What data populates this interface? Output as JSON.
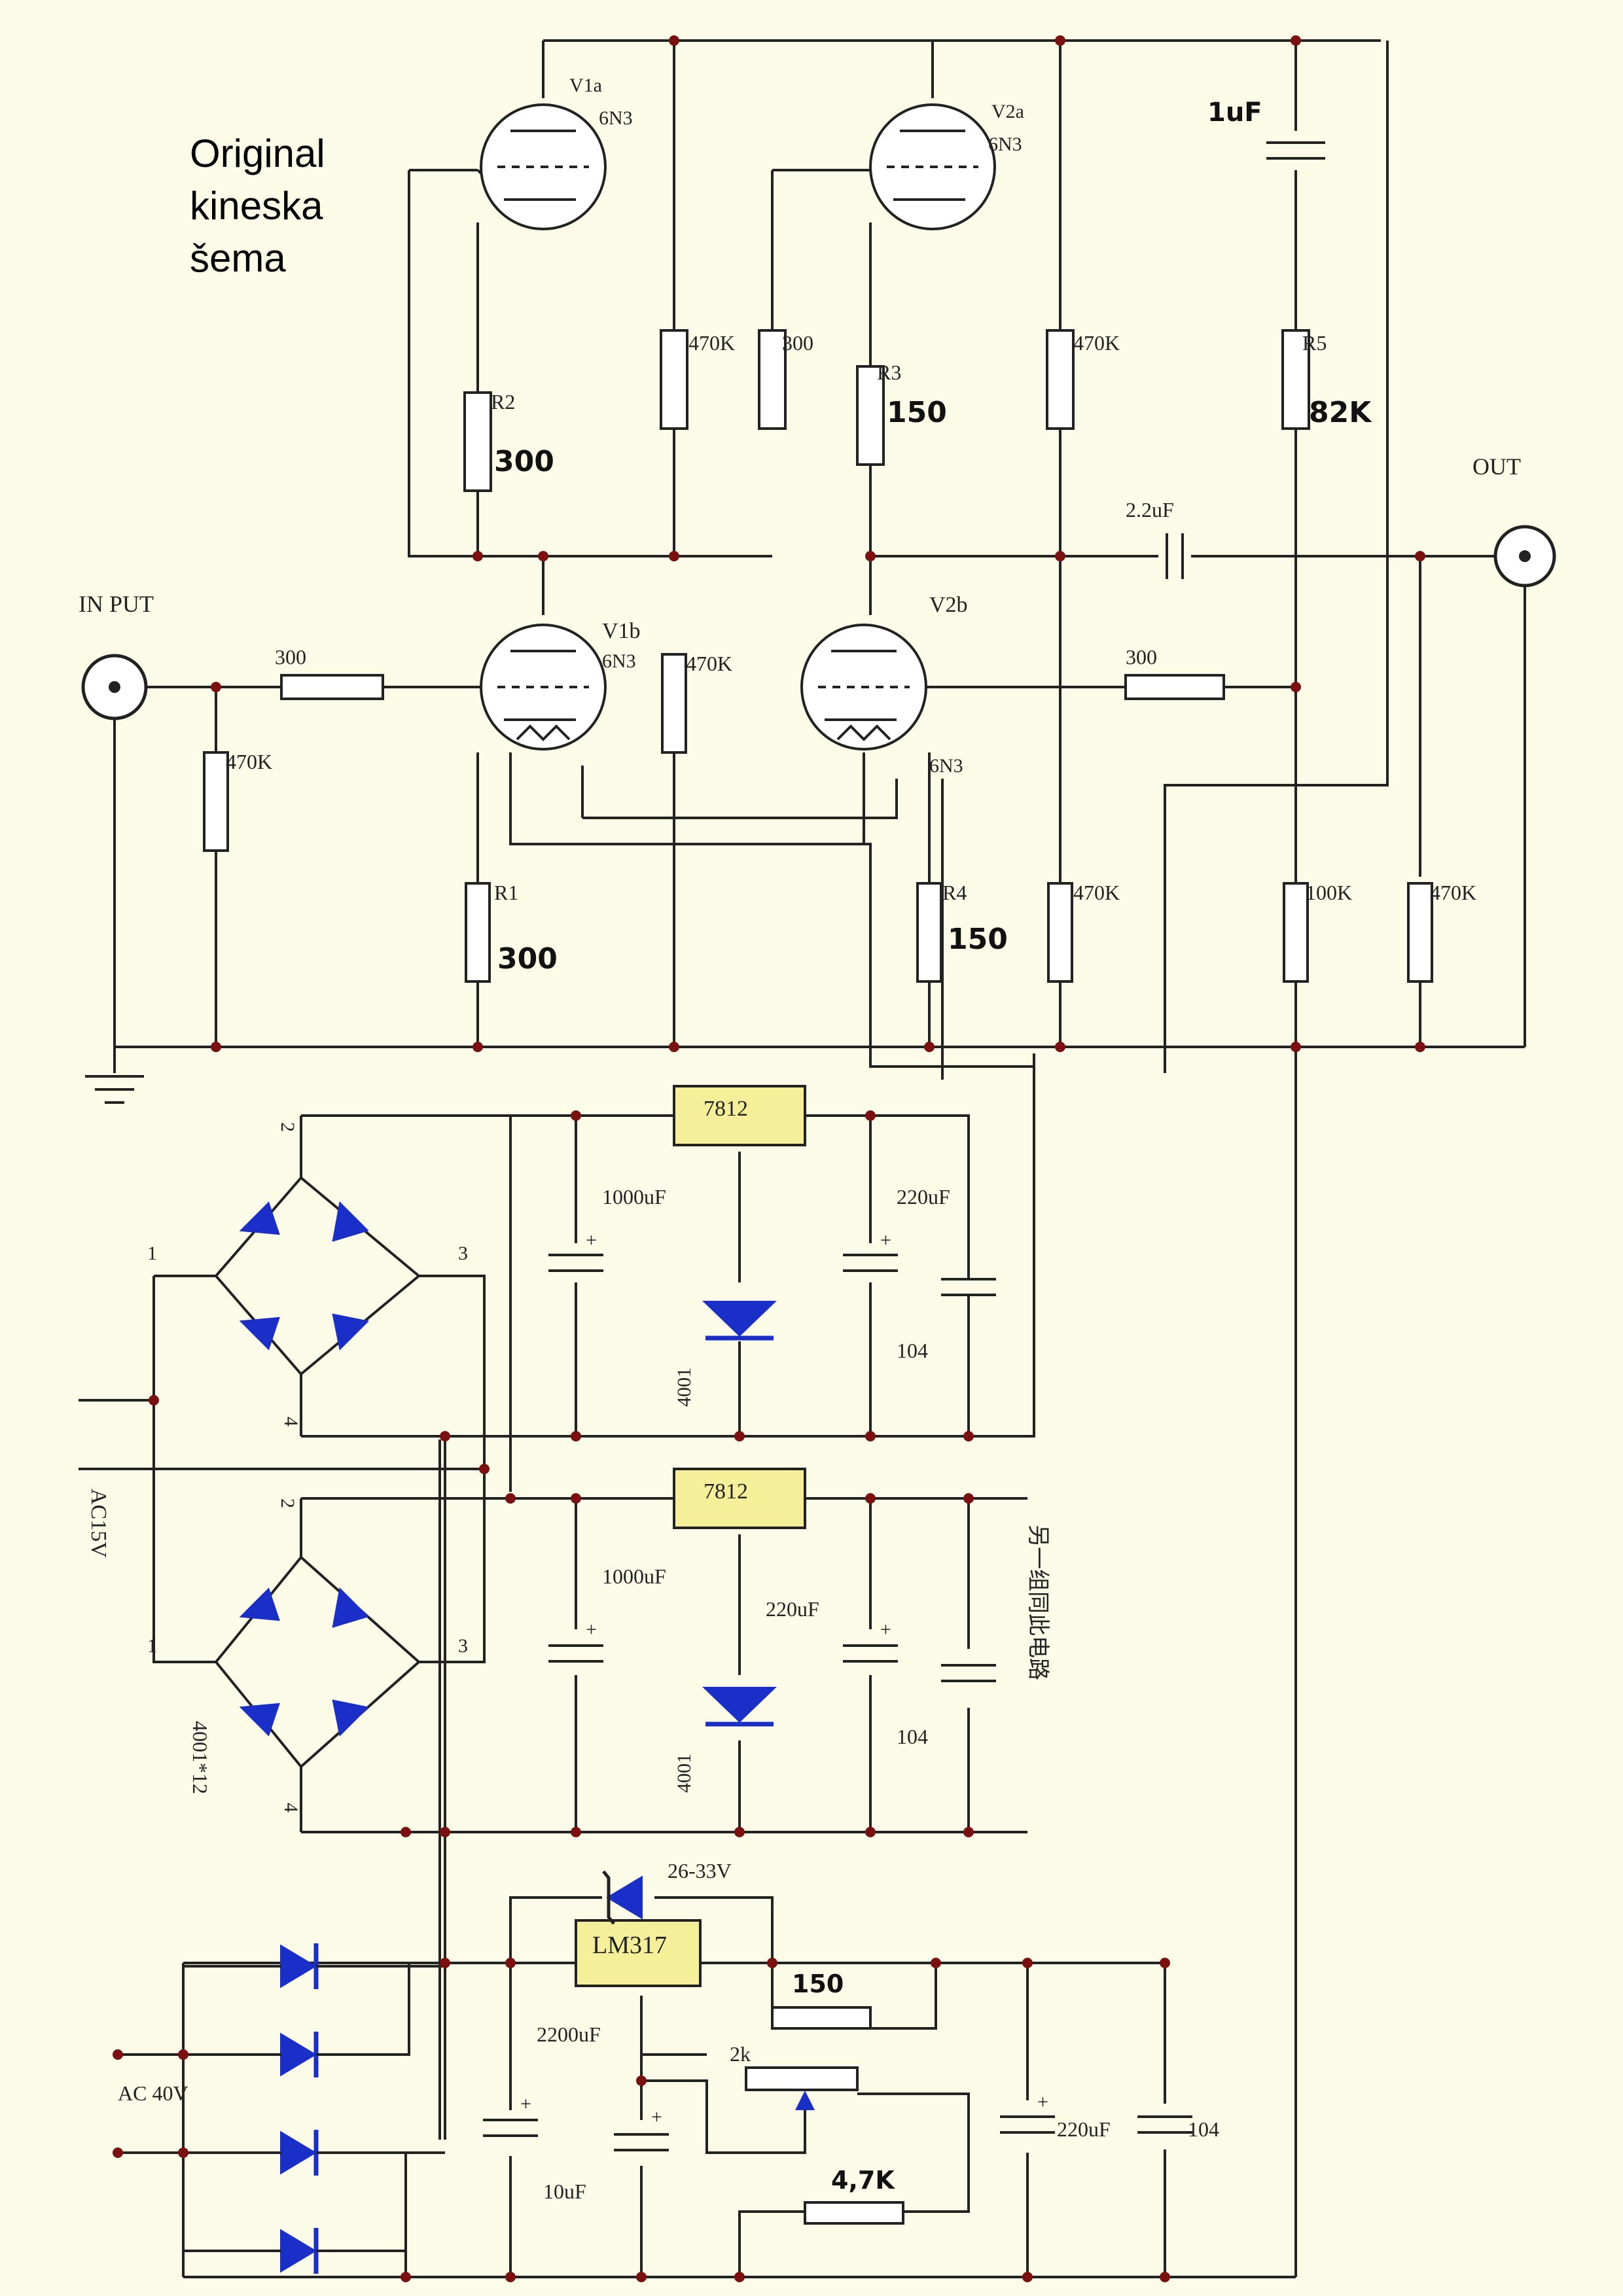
{
  "note": {
    "line1": "Original",
    "line2": "kineska",
    "line3": "šema"
  },
  "colors": {
    "background": "#fbfbe8",
    "wire": "#222222",
    "diode": "#1a2fc8",
    "regulator": "#f6ef9a",
    "junction": "#7a1010"
  },
  "tubes": {
    "v1a": {
      "name": "V1a",
      "type": "6N3"
    },
    "v2a": {
      "name": "V2a",
      "type": "6N3"
    },
    "v1b": {
      "name": "V1b",
      "type": "6N3"
    },
    "v2b": {
      "name": "V2b",
      "type": "6N3"
    }
  },
  "labels": {
    "input": "IN PUT",
    "output": "OUT"
  },
  "components": {
    "r2_name": "R2",
    "r2_value": "300",
    "r1_name": "R1",
    "r1_value": "300",
    "r3_name": "R3",
    "r3_value": "150",
    "r4_name": "R4",
    "r4_value": "150",
    "r5_name": "R5",
    "r5_value": "82K",
    "r_470k_top_a": "470K",
    "r_300_top": "300",
    "r_470k_top_b": "470K",
    "c_out": "2.2uF",
    "c_top": "1uF",
    "r_in_series": "300",
    "r_in_shunt": "470K",
    "r_470k_mid": "470K",
    "r_300_fb": "300",
    "r_470k_bot_a": "470K",
    "r_100k": "100K",
    "r_470k_bot_b": "470K"
  },
  "psu": {
    "reg1": "7812",
    "reg2": "7812",
    "reg3": "LM317",
    "cap_1000_a": "1000uF",
    "cap_220_a": "220uF",
    "cap_104_a": "104",
    "diode_a": "4001",
    "cap_1000_b": "1000uF",
    "cap_220_b": "220uF",
    "cap_104_b": "104",
    "diode_b": "4001",
    "bridge_diodes": "4001*12",
    "ac_15v": "AC15V",
    "ac_40v": "AC 40V",
    "zener": "26-33V",
    "r_150": "150",
    "pot_2k": "2k",
    "r_4k7": "4,7K",
    "cap_2200": "2200uF",
    "cap_10": "10uF",
    "cap_220_c": "220uF",
    "cap_104_c": "104",
    "note_vertical": "另一组同此电路",
    "pins": {
      "p1a": "1",
      "p2a": "2",
      "p3a": "3",
      "p4a": "4",
      "p1b": "1",
      "p2b": "2",
      "p3b": "3",
      "p4b": "4"
    }
  }
}
